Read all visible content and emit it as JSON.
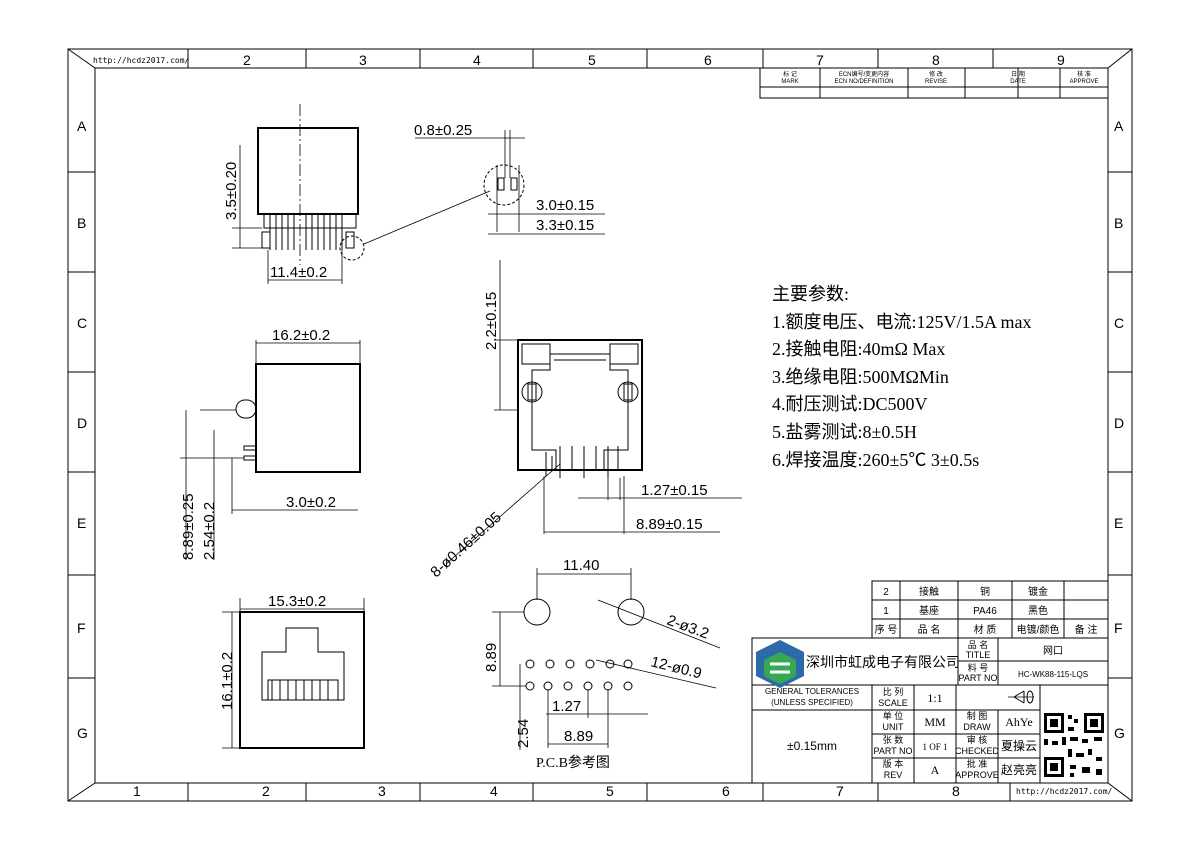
{
  "url_left": "http://hcdz2017.com/",
  "url_right": "http://hcdz2017.com/",
  "cols_top": [
    "2",
    "3",
    "4",
    "5",
    "6",
    "7",
    "8",
    "9"
  ],
  "cols_bottom": [
    "1",
    "2",
    "3",
    "4",
    "5",
    "6",
    "7",
    "8"
  ],
  "rows": [
    "A",
    "B",
    "C",
    "D",
    "E",
    "F",
    "G"
  ],
  "revision_block": {
    "headers": [
      {
        "cn": "标 记",
        "en": "MARK"
      },
      {
        "cn": "ECN编号/变更内容",
        "en": "ECN NO/DEFINITION"
      },
      {
        "cn": "修 改",
        "en": "REVISE"
      },
      {
        "cn": "日 期",
        "en": "DATE"
      },
      {
        "cn": "核 准",
        "en": "APPROVE"
      }
    ]
  },
  "dims": {
    "d_08": "0.8±0.25",
    "d_35": "3.5±0.20",
    "d_30a": "3.0±0.15",
    "d_33": "3.3±0.15",
    "d_114": "11.4±0.2",
    "d_22": "2.2±0.15",
    "d_162": "16.2±0.2",
    "d_889v": "8.89±0.25",
    "d_254v": "2.54±0.2",
    "d_30b": "3.0±0.2",
    "d_127": "1.27±0.15",
    "d_889h": "8.89±0.15",
    "d_046": "8-ø0.46±0.05",
    "d_153": "15.3±0.2",
    "d_161": "16.1±0.2",
    "pcb_1140": "11.40",
    "pcb_889v": "8.89",
    "pcb_32": "2-ø3.2",
    "pcb_09": "12-ø0.9",
    "pcb_127": "1.27",
    "pcb_254": "2.54",
    "pcb_889h": "8.89",
    "pcb_caption": "P.C.B参考图"
  },
  "specs": [
    "主要参数:",
    "1.额度电压、电流:125V/1.5A max",
    "2.接触电阻:40mΩ Max",
    "3.绝缘电阻:500MΩMin",
    "4.耐压测试:DC500V",
    "5.盐雾测试:8±0.5H",
    "6.焊接温度:260±5℃ 3±0.5s"
  ],
  "bom": {
    "rows": [
      [
        "2",
        "接触",
        "铜",
        "镀金",
        ""
      ],
      [
        "1",
        "基座",
        "PA46",
        "黑色",
        ""
      ]
    ],
    "header": [
      "序 号",
      "品 名",
      "材 质",
      "电镀/颜色",
      "备 注"
    ]
  },
  "title_block": {
    "company": "深圳市虹成电子有限公司",
    "name_label_cn": "品 名",
    "name_label_en": "TITLE",
    "name_value": "网口",
    "part_label_cn": "料 号",
    "part_label_en": "PART NO",
    "part_value": "HC-WK88-115-LQS",
    "tol_title": "GENERAL TOLERANCES",
    "tol_sub": "(UNLESS SPECIFIED)",
    "tol_value": "±0.15mm",
    "scale_cn": "比 列",
    "scale_en": "SCALE",
    "scale_value": "1:1",
    "unit_cn": "单 位",
    "unit_en": "UNIT",
    "unit_value": "MM",
    "sheet_cn": "张 数",
    "sheet_en": "PART NO",
    "sheet_value": "1 OF 1",
    "rev_cn": "版 本",
    "rev_en": "REV",
    "rev_value": "A",
    "draw_cn": "制 图",
    "draw_en": "DRAW",
    "draw_value": "AhYe",
    "check_cn": "审 核",
    "check_en": "CHECKED",
    "check_value": "夏操云",
    "approve_cn": "批 准",
    "approve_en": "APPROVE",
    "approve_value": "赵亮亮"
  }
}
